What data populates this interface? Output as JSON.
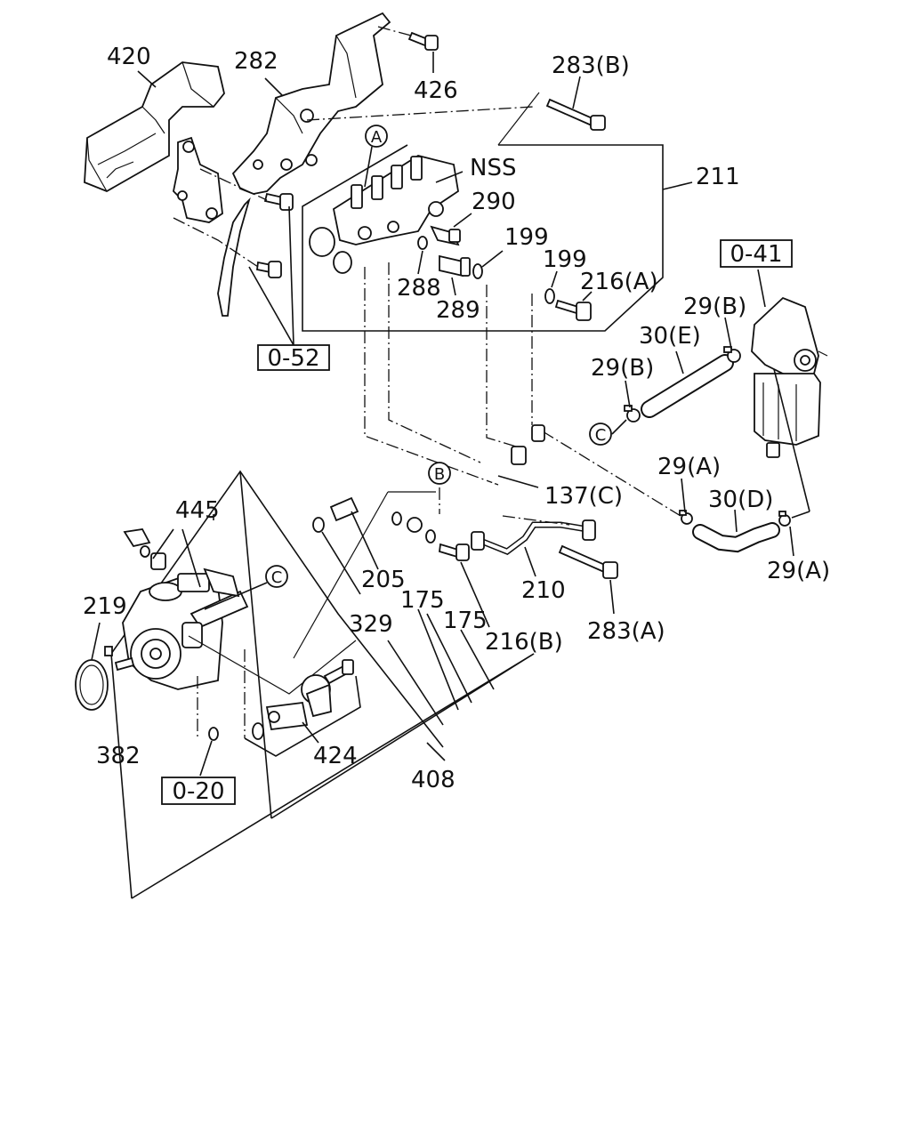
{
  "diagram": {
    "callouts": {
      "p420": "420",
      "p282": "282",
      "p426": "426",
      "p283b": "283(B)",
      "nss": "NSS",
      "p211": "211",
      "p290": "290",
      "p199a": "199",
      "p199b": "199",
      "p216a": "216(A)",
      "p288": "288",
      "p289": "289",
      "p29b_1": "29(B)",
      "p29b_2": "29(B)",
      "p30e": "30(E)",
      "p29a_1": "29(A)",
      "p30d": "30(D)",
      "p29a_2": "29(A)",
      "p137c": "137(C)",
      "p445": "445",
      "p219": "219",
      "p205": "205",
      "p175a": "175",
      "p175b": "175",
      "p210": "210",
      "p283a": "283(A)",
      "p329": "329",
      "p216b": "216(B)",
      "p424": "424",
      "p408": "408",
      "p382": "382"
    },
    "ref_boxes": {
      "r052": "0-52",
      "r041": "0-41",
      "r020": "0-20"
    },
    "circle_markers": {
      "a": "A",
      "b": "B",
      "c1": "C",
      "c2": "C"
    }
  }
}
